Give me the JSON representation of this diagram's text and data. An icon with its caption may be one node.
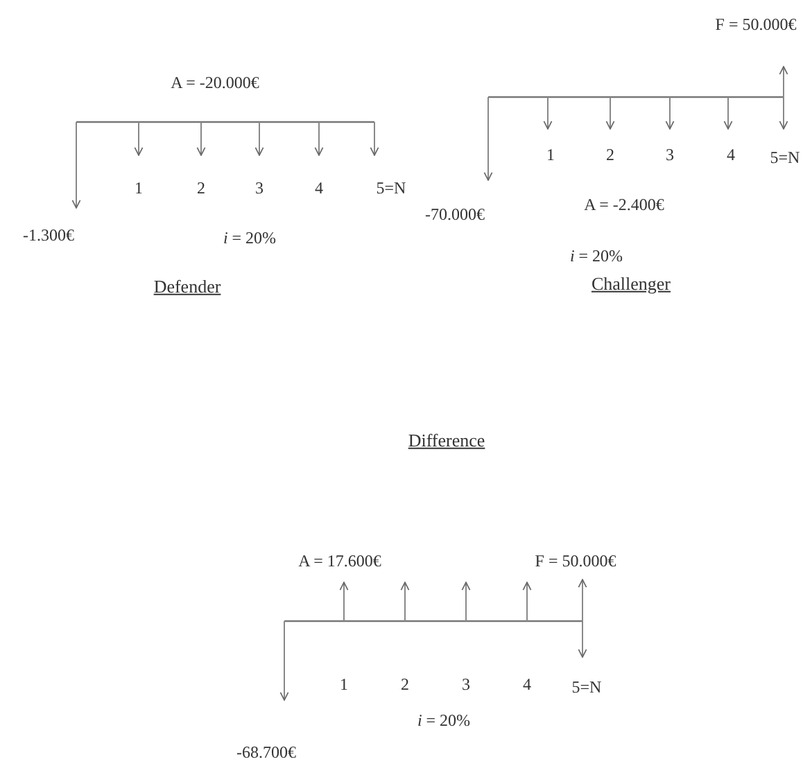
{
  "diagram": {
    "labels": [
      "A = -20.000€",
      "1",
      "2",
      "3",
      "4",
      "5=N",
      "-1.300€",
      "*i* = 20%",
      "Defender",
      "F = 50.000€",
      "1",
      "2",
      "3",
      "4",
      "5=N",
      "-70.000€",
      "A = -2.400€",
      "*i* = 20%",
      "Challenger",
      "Difference",
      "A = 17.600€",
      "F = 50.000€",
      "1",
      "2",
      "3",
      "4",
      "5=N",
      "*i* = 20%",
      "-68.700€"
    ]
  }
}
